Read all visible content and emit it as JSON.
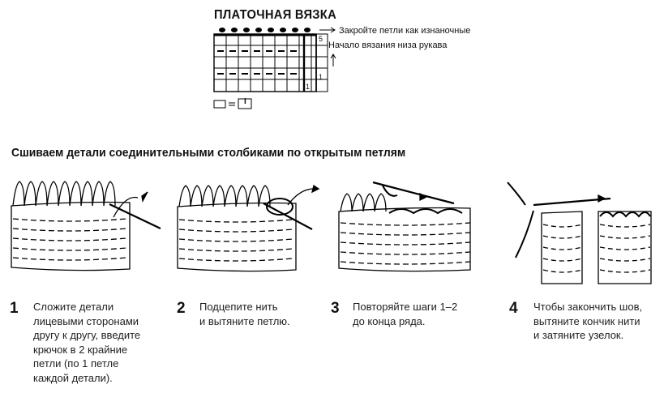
{
  "chart": {
    "title": "ПЛАТОЧНАЯ ВЯЗКА",
    "note_top": "Закройте петли как изнаночные",
    "note_start": "Начало вязания низа рукава",
    "row_labels": [
      "5",
      "1",
      "1"
    ],
    "legend_symbol": "I"
  },
  "section": {
    "title": "Сшиваем детали соединительными столбиками по открытым петлям"
  },
  "steps": [
    {
      "num": "1",
      "text": "Сложите детали\nлицевыми сторонами\nдругу к другу, введите\nкрючок в 2 крайние\nпетли (по 1 петле\nкаждой детали)."
    },
    {
      "num": "2",
      "text": "Подцепите нить\nи вытяните петлю."
    },
    {
      "num": "3",
      "text": "Повторяйте шаги 1–2\nдо конца ряда."
    },
    {
      "num": "4",
      "text": "Чтобы закончить шов,\nвытяните кончик нити\nи затяните узелок."
    }
  ]
}
